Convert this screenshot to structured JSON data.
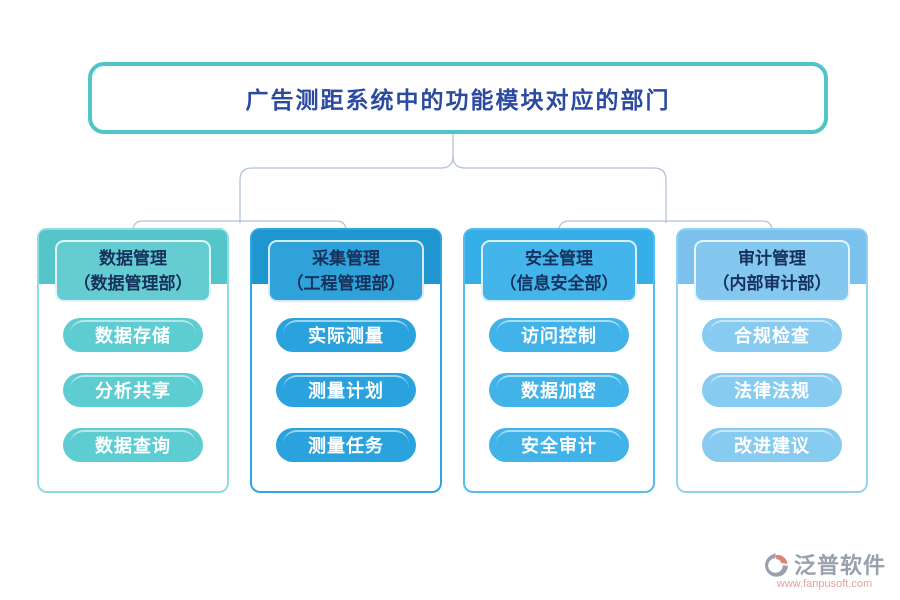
{
  "title": "广告测距系统中的功能模块对应的部门",
  "columns": [
    {
      "module": "数据管理",
      "department": "（数据管理部）",
      "items": [
        "数据存储",
        "分析共享",
        "数据查询"
      ],
      "colors": {
        "band": "#54c6ca",
        "inner": "#65cdd1",
        "border": "#8edde0",
        "pill": "#5ecdd2"
      }
    },
    {
      "module": "采集管理",
      "department": "（工程管理部）",
      "items": [
        "实际测量",
        "测量计划",
        "测量任务"
      ],
      "colors": {
        "band": "#2096d0",
        "inner": "#2ea2d9",
        "border": "#2ea6df",
        "pill": "#2aa2de"
      }
    },
    {
      "module": "安全管理",
      "department": "（信息安全部）",
      "items": [
        "访问控制",
        "数据加密",
        "安全审计"
      ],
      "colors": {
        "band": "#36aee8",
        "inner": "#44b5ea",
        "border": "#55bcee",
        "pill": "#41b3e9"
      }
    },
    {
      "module": "审计管理",
      "department": "（内部审计部）",
      "items": [
        "合规检查",
        "法律法规",
        "改进建议"
      ],
      "colors": {
        "band": "#7ac2ed",
        "inner": "#85c8ef",
        "border": "#95d1f3",
        "pill": "#88cbf0"
      }
    }
  ],
  "connector_color": "#b5c2d9",
  "title_border_color": "#4fc5c8",
  "title_text_color": "#2b4aa0",
  "watermark": {
    "brand": "泛普软件",
    "url": "www.fanpusoft.com"
  }
}
